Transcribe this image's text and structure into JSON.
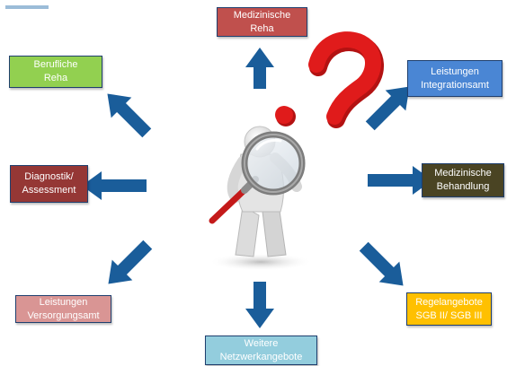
{
  "colors": {
    "arrow": "#1a5d9a",
    "question_mark": "#e01b1b",
    "box_border": "#1f3f6e"
  },
  "boxes": {
    "medizinische_reha": {
      "line1": "Medizinische",
      "line2": "Reha",
      "color": "#c0504d"
    },
    "berufliche_reha": {
      "line1": "Berufliche",
      "line2": "Reha",
      "color": "#92d050"
    },
    "leistungen_integrationsamt": {
      "line1": "Leistungen",
      "line2": "Integrationsamt",
      "color": "#4a86d4"
    },
    "diagnostik": {
      "line1": "Diagnostik/",
      "line2": "Assessment",
      "color": "#953735"
    },
    "medizinische_behandlung": {
      "line1": "Medizinische",
      "line2": "Behandlung",
      "color": "#4a4423"
    },
    "leistungen_versorgungsamt": {
      "line1": "Leistungen",
      "line2": "Versorgungsamt",
      "color": "#d99594"
    },
    "regelangebote": {
      "line1": "Regelangebote",
      "line2": "SGB II/ SGB III",
      "color": "#ffc000"
    },
    "weitere_netzwerkangebote": {
      "line1": "Weitere",
      "line2": "Netzwerkangebote",
      "color": "#93cddd"
    }
  },
  "center_figure": {
    "icon": "person-with-magnifying-glass-icon"
  },
  "question_mark": {
    "icon": "question-mark-icon"
  }
}
